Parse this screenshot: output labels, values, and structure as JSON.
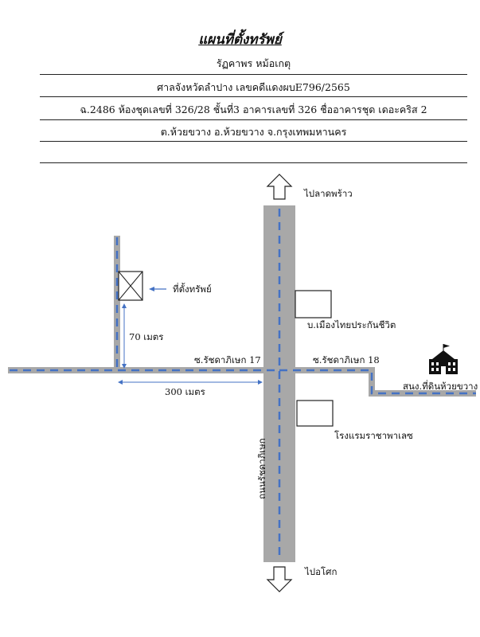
{
  "header": {
    "title": "แผนที่ตั้งทรัพย์",
    "owner": "รัฏคาพร หม้อเกตุ",
    "court": "ศาลจังหวัดลำปาง เลขคดีแดงผบE796/2565",
    "address_line1": "ฉ.2486 ห้องชุดเลขที่ 326/28 ชั้นที่3 อาคารเลขที่ 326 ชื่ออาคารชุด เดอะคริส 2",
    "address_line2": "ต.ห้วยขวาง อ.ห้วยขวาง จ.กรุงเทพมหานคร",
    "blank_row": ""
  },
  "map": {
    "north_label": "ไปลาดพร้าว",
    "south_label": "ไปอโศก",
    "property_label": "ที่ตั้งทรัพย์",
    "distance_vertical": "70 เมตร",
    "distance_horizontal": "300 เมตร",
    "soi_left": "ซ.รัชดาภิเษก 17",
    "soi_right": "ซ.รัชดาภิเษก 18",
    "landmark_insurance": "บ.เมืองไทยประกันชีวิต",
    "landmark_hotel": "โรงแรมราชาพาเลซ",
    "landmark_office": "สนง.ที่ดินห้วยขวาง",
    "main_road": "ถนนรัชดาภิเษก",
    "colors": {
      "road": "#a8a8a8",
      "centerline": "#4472c4"
    }
  }
}
